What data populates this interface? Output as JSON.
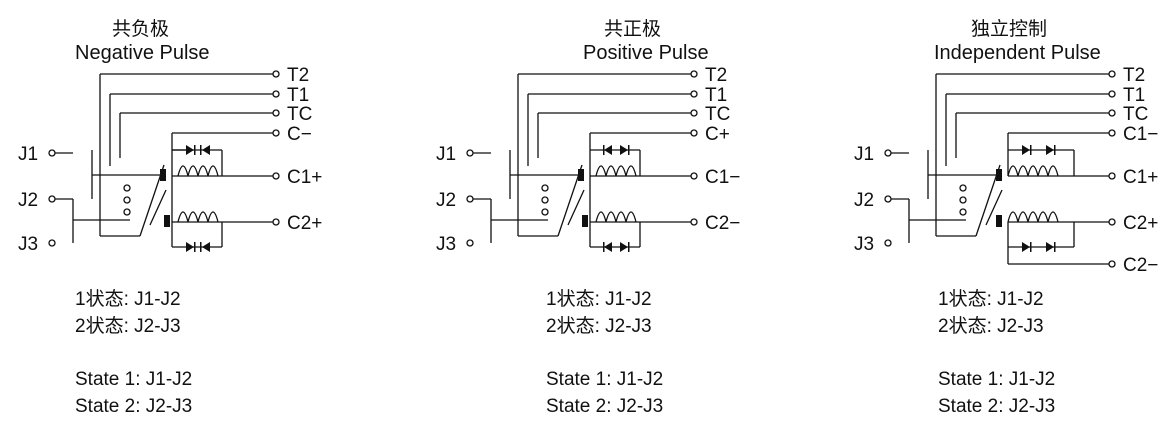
{
  "panels": [
    {
      "title_cn": "共负极",
      "title_en": "Negative Pulse",
      "terminals_right": [
        "T2",
        "T1",
        "TC",
        "C−",
        "C1+",
        "C2+"
      ],
      "terminals_left": [
        "J1",
        "J2",
        "J3"
      ],
      "states_cn": [
        "1状态: J1-J2",
        "2状态: J2-J3"
      ],
      "states_en": [
        "State 1: J1-J2",
        "State 2: J2-J3"
      ]
    },
    {
      "title_cn": "共正极",
      "title_en": "Positive Pulse",
      "terminals_right": [
        "T2",
        "T1",
        "TC",
        "C+",
        "C1−",
        "C2−"
      ],
      "terminals_left": [
        "J1",
        "J2",
        "J3"
      ],
      "states_cn": [
        "1状态: J1-J2",
        "2状态: J2-J3"
      ],
      "states_en": [
        "State 1: J1-J2",
        "State 2: J2-J3"
      ]
    },
    {
      "title_cn": "独立控制",
      "title_en": "Independent Pulse",
      "terminals_right": [
        "T2",
        "T1",
        "TC",
        "C1−",
        "C1+",
        "C2+",
        "C2−"
      ],
      "terminals_left": [
        "J1",
        "J2",
        "J3"
      ],
      "states_cn": [
        "1状态: J1-J2",
        "2状态: J2-J3"
      ],
      "states_en": [
        "State 1: J1-J2",
        "State 2: J2-J3"
      ]
    }
  ]
}
